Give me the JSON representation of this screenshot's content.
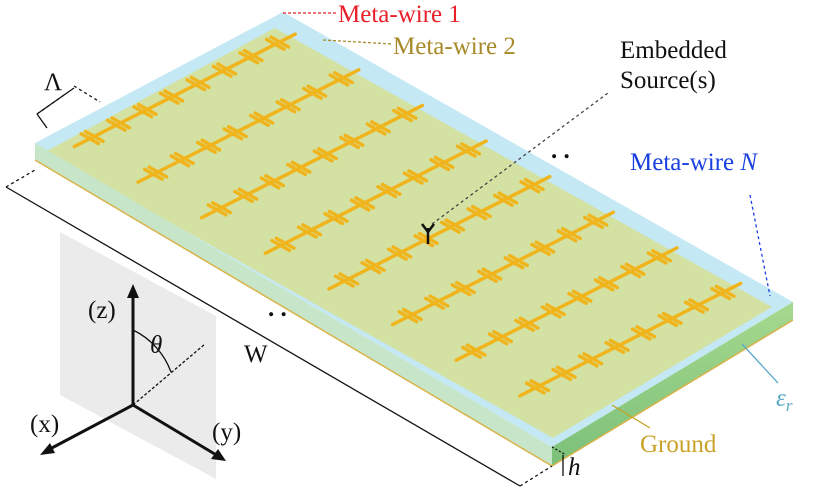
{
  "labels": {
    "meta_wire_1": "Meta-wire 1",
    "meta_wire_2": "Meta-wire 2",
    "meta_wire_n": "Meta-wire N",
    "embedded_source_line1": "Embedded",
    "embedded_source_line2": "Source(s)",
    "lambda": "Λ",
    "width": "W",
    "height": "h",
    "ground": "Ground",
    "permittivity": "εr",
    "dots_right": ". .",
    "dots_mid": ". ."
  },
  "axes": {
    "z": "(z)",
    "x": "(x)",
    "y": "(y)",
    "theta": "θ"
  },
  "colors": {
    "meta_wire_1": "#e8202a",
    "meta_wire_2": "#a88a2a",
    "meta_wire_n": "#1a3fe0",
    "ground": "#c9a227",
    "permittivity": "#5ba9c9",
    "wire_gold": "#f0b41c",
    "substrate_top": "#cfe0a8",
    "substrate_edge_blue": "#bfe6f3",
    "substrate_side": "#8fcf8a"
  },
  "structure": {
    "wire_count_shown": 8
  }
}
